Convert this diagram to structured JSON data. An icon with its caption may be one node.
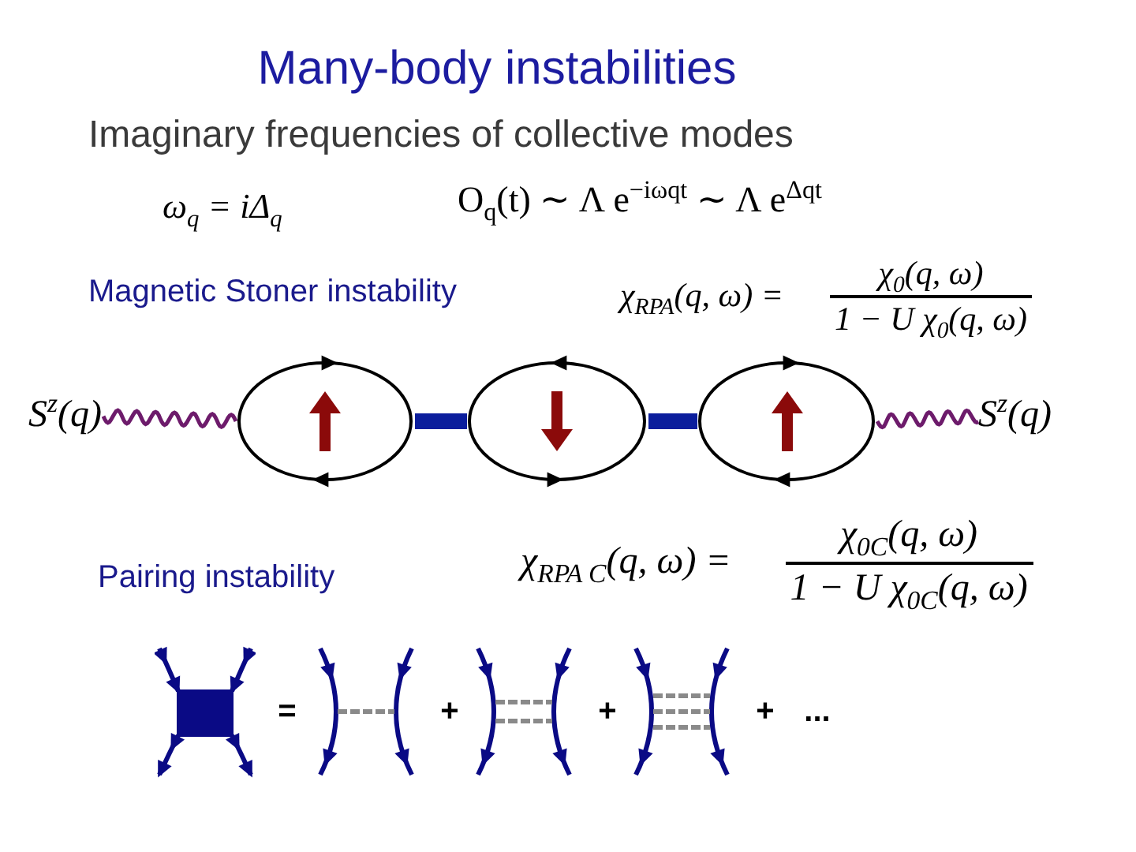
{
  "diagram": {
    "title": "Many-body instabilities",
    "nodes": [
      {
        "text": [
          "S$^{z}$(q)"
        ]
      },
      {
        "text": [],
        "shape": "ellipse"
      },
      {
        "text": [],
        "shape": "ellipse"
      },
      {
        "text": [],
        "shape": "ellipse"
      },
      {
        "text": [
          "S$^{z}$(q)"
        ]
      }
    ],
    "edges": [
      {
        "from": 0,
        "to": 1,
        "arrow": "none",
        "color": "#6d1b6b"
      },
      {
        "from": 1,
        "to": 2,
        "arrow": "none",
        "style": "thick",
        "color": "#0b1d9c"
      },
      {
        "from": 2,
        "to": 3,
        "arrow": "none",
        "style": "thick",
        "color": "#0b1d9c"
      },
      {
        "from": 3,
        "to": 4,
        "arrow": "none",
        "color": "#6d1b6b"
      }
    ],
    "labels": [
      "Imaginary frequencies of collective modes",
      "ω$_{q}$ = iΔ$_{q}$",
      "O$_{q}$(t) ∼ Λ e$^{−iωqt}$ ∼ Λ e$^{Δqt}$",
      "Magnetic Stoner instability",
      "χ$_{RPA}$(q, ω) =",
      "χ$_{0}$(q, ω)",
      "1 − U χ$_{0}$(q, ω)",
      "Pairing instability",
      "χ$_{RPA C}$(q, ω) =",
      "χ$_{0C}$(q, ω)",
      "1 − U χ$_{0C}$(q, ω)",
      "=",
      "+",
      "+",
      "+",
      "..."
    ]
  }
}
